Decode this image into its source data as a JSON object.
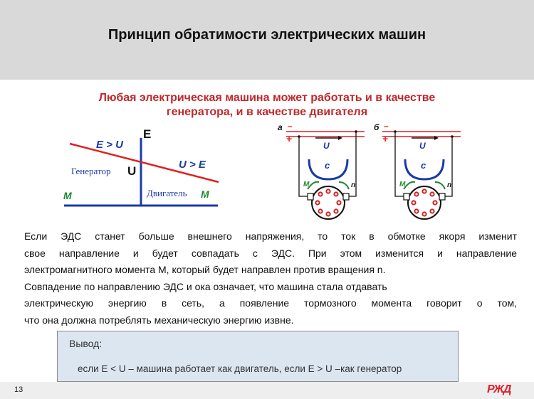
{
  "header": {
    "title": "Принцип обратимости электрических машин"
  },
  "subtitle": {
    "line1": "Любая электрическая машина может работать и в качестве",
    "line2": "генератора, и в качестве двигателя",
    "color": "#c0282d"
  },
  "diagram": {
    "graph": {
      "axis_e": "E",
      "axis_u": "U",
      "generator_label": "Генератор",
      "motor_label": "Двигатель",
      "e_gt_u": "E > U",
      "u_gt_e": "U > E",
      "m_left": "M",
      "m_right": "M"
    },
    "circuit_a": {
      "letter": "а",
      "minus": "–",
      "plus": "+",
      "u": "U",
      "c": "c",
      "m": "M",
      "n": "n"
    },
    "circuit_b": {
      "letter": "б",
      "minus": "–",
      "plus": "+",
      "u": "U",
      "c": "c",
      "m": "M",
      "n": "n"
    },
    "colors": {
      "red": "#e02020",
      "blue": "#1a3aa8",
      "green": "#1c8a2c"
    }
  },
  "body": {
    "lines": [
      "Если ЭДС станет больше внешнего напряжения, то ток в обмотке якоря изменит",
      "свое направление и будет совпадать с ЭДС. При этом изменится и направление",
      "электромагнитного момента М, который будет направлен против вращения n.",
      "Совпадение по направлению ЭДС и ока означает, что машина стала отдавать",
      " электрическую энергию в сеть, а появление тормозного момента говорит о том,",
      "что она должна потреблять механическую энергию извне."
    ]
  },
  "conclusion": {
    "title": "Вывод:",
    "text": "если E < U – машина работает как двигатель, если E > U –как генератор"
  },
  "footer": {
    "page_number": "13",
    "logo": "РЖД"
  }
}
